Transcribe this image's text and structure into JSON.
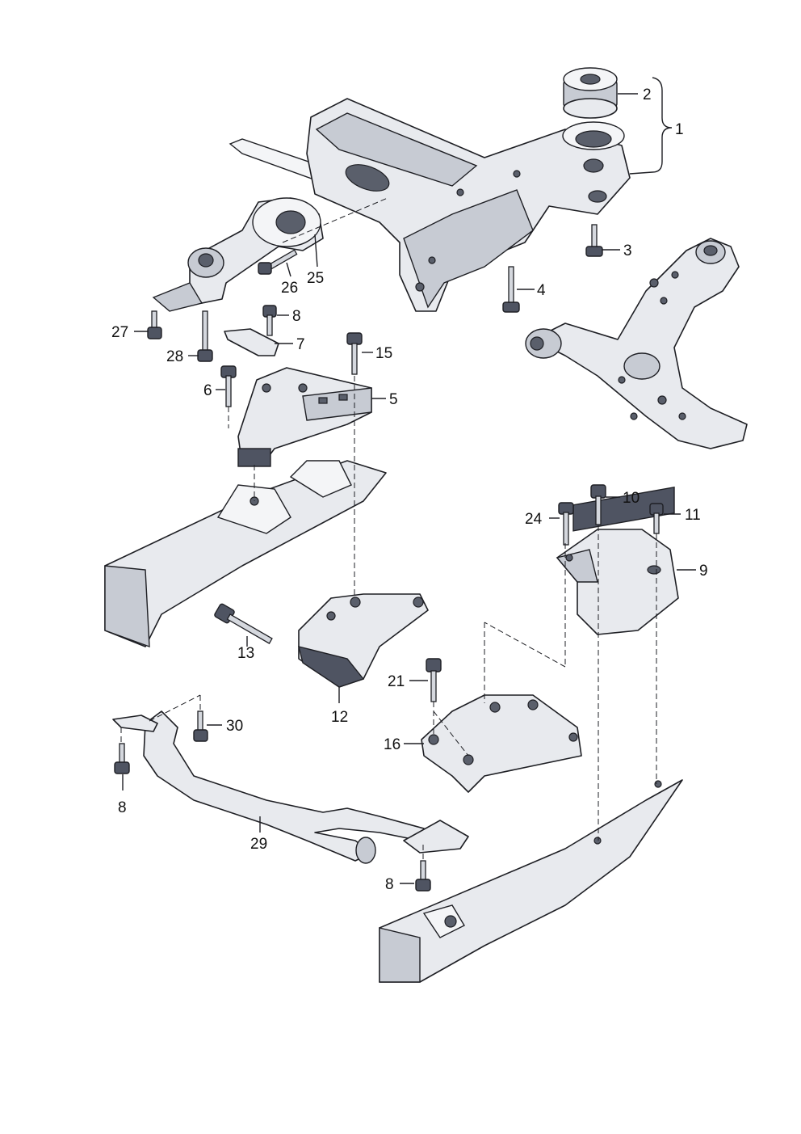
{
  "callouts": {
    "c1": "1",
    "c2": "2",
    "c3": "3",
    "c4": "4",
    "c5": "5",
    "c6": "6",
    "c7": "7",
    "c8a": "8",
    "c8b": "8",
    "c8c": "8",
    "c9": "9",
    "c10": "10",
    "c11": "11",
    "c12": "12",
    "c13": "13",
    "c15": "15",
    "c16": "16",
    "c21": "21",
    "c24": "24",
    "c25": "25",
    "c26": "26",
    "c27": "27",
    "c28": "28",
    "c29": "29",
    "c30": "30"
  }
}
